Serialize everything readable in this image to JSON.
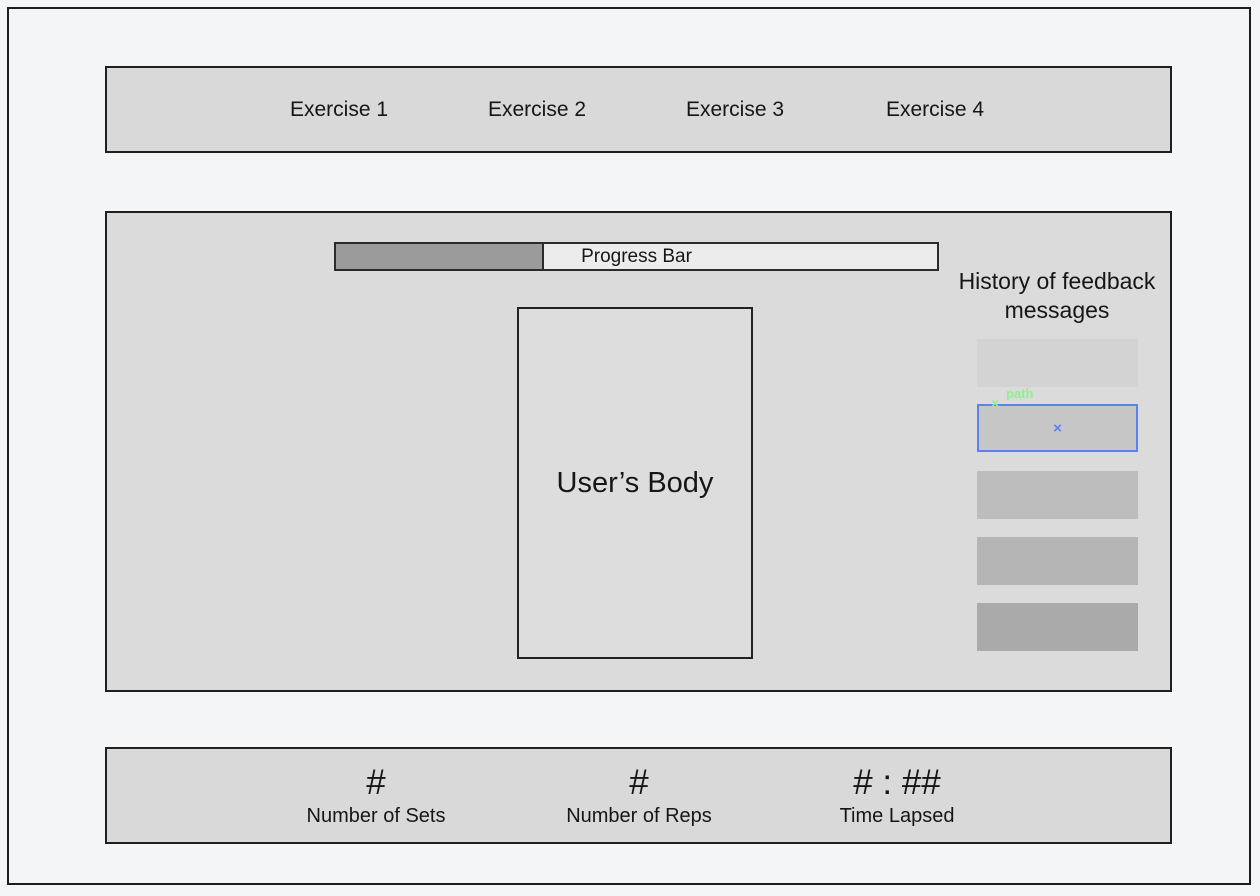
{
  "nav": {
    "exercises": [
      "Exercise 1",
      "Exercise 2",
      "Exercise 3",
      "Exercise 4"
    ]
  },
  "main": {
    "progress_label": "Progress Bar",
    "progress_percent": 35,
    "user_body_label": "User’s Body"
  },
  "feedback": {
    "title": "History of feedback messages",
    "message_count": 5,
    "selected_index": 1,
    "selection": {
      "path_label": "path",
      "anchor_mark": "×",
      "center_mark": "×"
    }
  },
  "stats": [
    {
      "value": "#",
      "label": "Number of Sets"
    },
    {
      "value": "#",
      "label": "Number of Reps"
    },
    {
      "value": "# : ##",
      "label": "Time Lapsed"
    }
  ],
  "colors": {
    "selection_blue": "#5b82ef",
    "path_green": "#8df08d",
    "panel_gray": "#dadbda",
    "bar_gray": "#d8d9d8",
    "progress_fill_gray": "#9b9b9b"
  }
}
